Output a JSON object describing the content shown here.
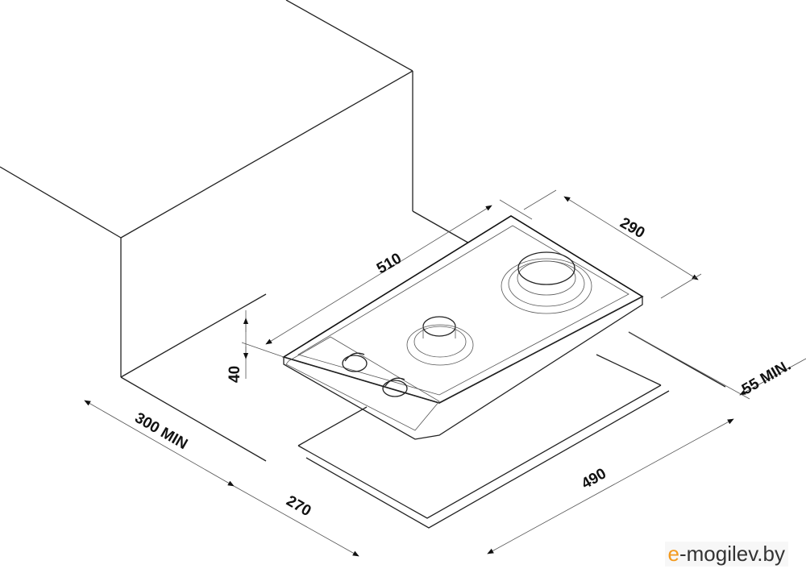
{
  "dimensions": {
    "length": "510",
    "width": "290",
    "height": "40",
    "rear_gap": "55 MIN.",
    "wall_gap": "300 MIN",
    "cutout_width": "270",
    "cutout_length": "490"
  },
  "watermark": {
    "accent": "e",
    "rest": "-mogilev.by",
    "accent_color": "#f39a1e"
  }
}
